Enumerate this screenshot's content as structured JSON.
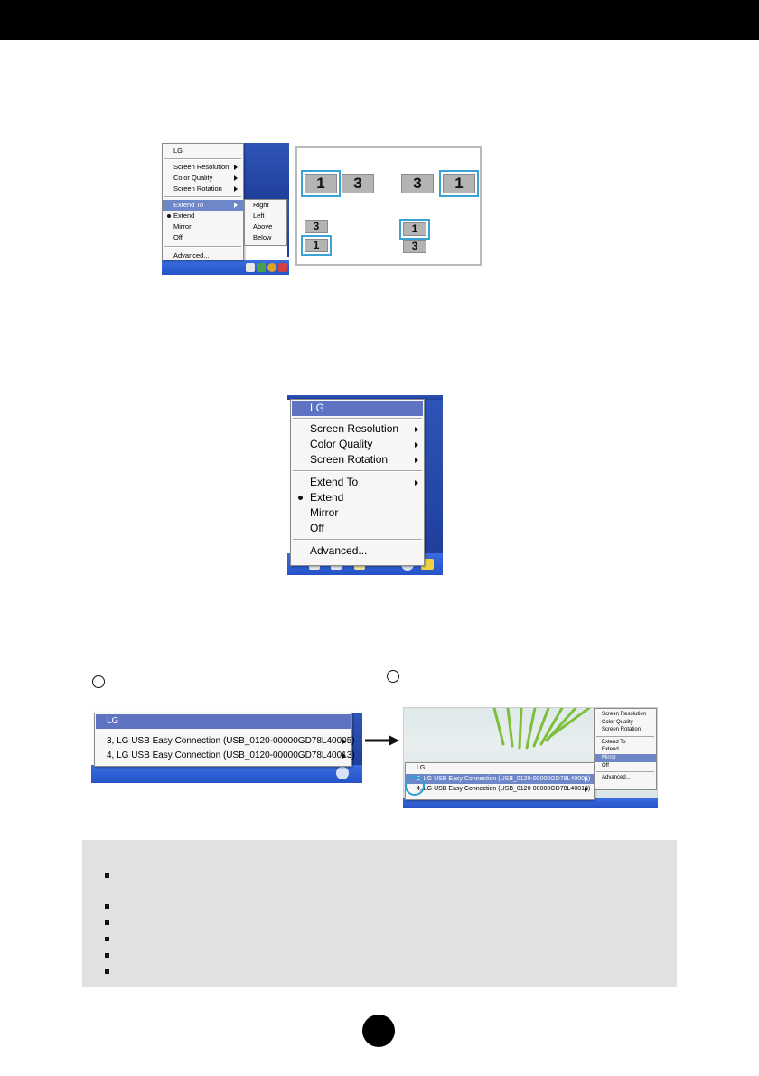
{
  "fig1": {
    "menu": {
      "title": "LG",
      "items": [
        "Screen Resolution",
        "Color Quality",
        "Screen Rotation"
      ],
      "extend_to": "Extend To",
      "modes": [
        "Extend",
        "Mirror",
        "Off"
      ],
      "advanced": "Advanced..."
    },
    "submenu": [
      "Right",
      "Left",
      "Above",
      "Below"
    ],
    "arrangement": {
      "right": [
        "1",
        "3"
      ],
      "left": [
        "3",
        "1"
      ],
      "above_top": "3",
      "above_bottom": "1",
      "below_top": "1",
      "below_bottom": "3"
    }
  },
  "fig2": {
    "title": "LG",
    "items": [
      "Screen Resolution",
      "Color Quality",
      "Screen Rotation"
    ],
    "extend_to": "Extend To",
    "modes": [
      "Extend",
      "Mirror",
      "Off"
    ],
    "advanced": "Advanced..."
  },
  "fig3a": {
    "title": "LG",
    "devices": [
      "3, LG USB Easy Connection (USB_0120-00000GD78L40005)",
      "4, LG USB Easy Connection (USB_0120-00000GD78L40013)"
    ]
  },
  "fig3b": {
    "title": "LG",
    "devices": [
      "3, LG USB Easy Connection (USB_0120-00000GD78L40005)",
      "4, LG USB Easy Connection (USB_0120-00000GD78L40013)"
    ],
    "submenu": [
      "Screen Resolution",
      "Color Quality",
      "Screen Rotation",
      "Extend To",
      "Extend",
      "Mirror",
      "Off",
      "Advanced..."
    ]
  },
  "colors": {
    "menu_highlight": "#5e73c2",
    "selection_outline": "#3aa3d4",
    "desktop_blue": "#2553c6"
  }
}
